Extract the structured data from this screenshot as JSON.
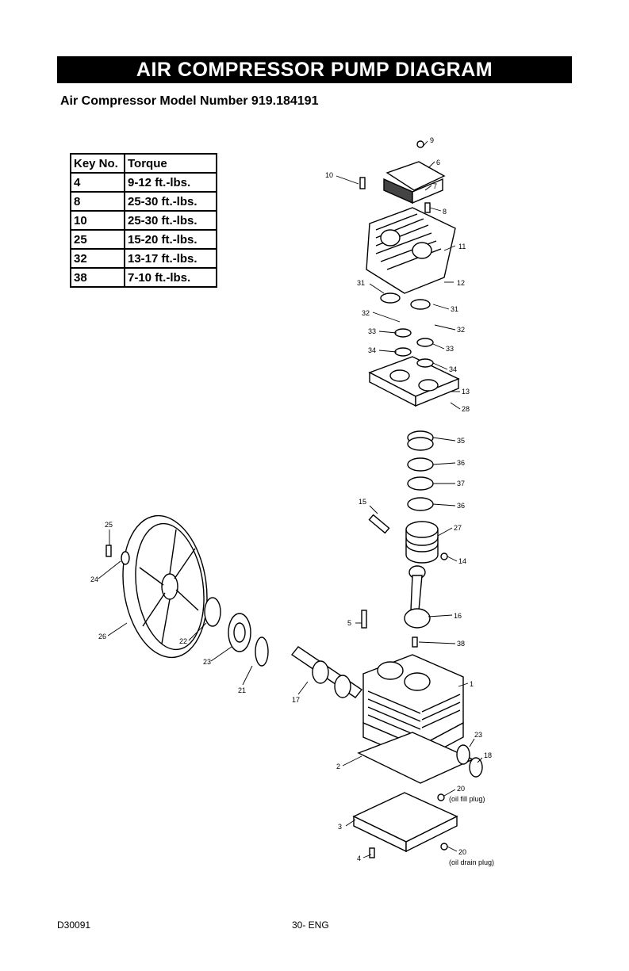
{
  "header": {
    "title": "AIR COMPRESSOR PUMP DIAGRAM"
  },
  "model": {
    "text": "Air Compressor Model Number 919.184191"
  },
  "torque_table": {
    "headers": [
      "Key No.",
      "Torque"
    ],
    "rows": [
      [
        "4",
        "9-12 ft.-lbs."
      ],
      [
        "8",
        "25-30 ft.-lbs."
      ],
      [
        "10",
        "25-30 ft.-lbs."
      ],
      [
        "25",
        "15-20 ft.-lbs."
      ],
      [
        "32",
        "13-17 ft.-lbs."
      ],
      [
        "38",
        "7-10 ft.-lbs."
      ]
    ]
  },
  "callouts": {
    "k9": "9",
    "k6": "6",
    "k10": "10",
    "k7": "7",
    "k8": "8",
    "k11": "11",
    "k31a": "31",
    "k12": "12",
    "k31b": "31",
    "k32a": "32",
    "k32b": "32",
    "k33a": "33",
    "k33b": "33",
    "k34a": "34",
    "k34b": "34",
    "k13": "13",
    "k28": "28",
    "k35": "35",
    "k36a": "36",
    "k37": "37",
    "k36b": "36",
    "k15": "15",
    "k27": "27",
    "k14": "14",
    "k25": "25",
    "k24": "24",
    "k26": "26",
    "k22": "22",
    "k23a": "23",
    "k21": "21",
    "k17": "17",
    "k16": "16",
    "k5": "5",
    "k38": "38",
    "k1": "1",
    "k23b": "23",
    "k18": "18",
    "k2": "2",
    "k20a": "20",
    "k20a_note": "(oil fill plug)",
    "k3": "3",
    "k4": "4",
    "k20b": "20",
    "k20b_note": "(oil drain plug)"
  },
  "footer": {
    "code": "D30091",
    "page": "30- ENG"
  }
}
